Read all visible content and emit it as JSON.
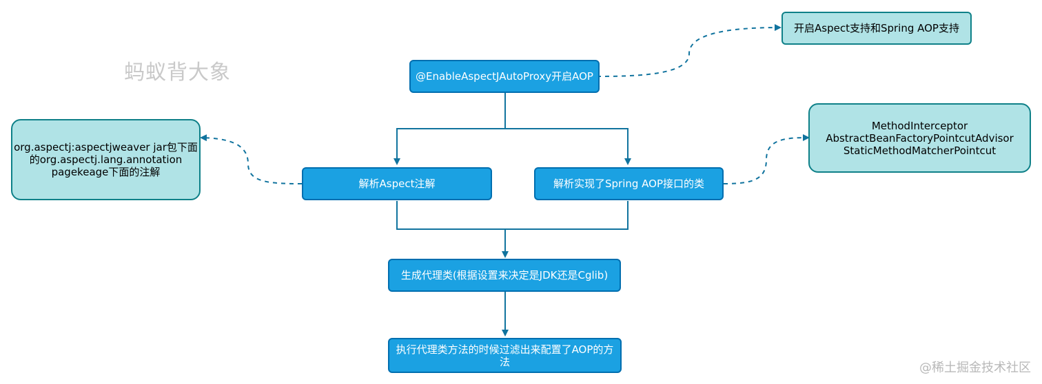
{
  "watermark": "蚂蚁背大象",
  "credit": "@稀土掘金技术社区",
  "colors": {
    "primary_fill": "#1ba1e2",
    "primary_border": "#006eaf",
    "secondary_fill": "#b0e3e6",
    "secondary_border": "#0e8088",
    "connector": "#10739e"
  },
  "nodes": {
    "enable": "@EnableAspectJAutoProxy开启AOP",
    "enable_note": "开启Aspect支持和Spring AOP支持",
    "parse_aspect": "解析Aspect注解",
    "parse_aspect_note": "org.aspectj:aspectjweaver jar包下面\n的org.aspectj.lang.annotation\npagekeage下面的注解",
    "parse_spring": "解析实现了Spring AOP接口的类",
    "parse_spring_note": "MethodInterceptor\nAbstractBeanFactoryPointcutAdvisor\nStaticMethodMatcherPointcut",
    "generate_proxy": "生成代理类(根据设置来决定是JDK还是Cglib)",
    "execute_proxy": "执行代理类方法的时候过滤出来配置了AOP的方\n法"
  }
}
